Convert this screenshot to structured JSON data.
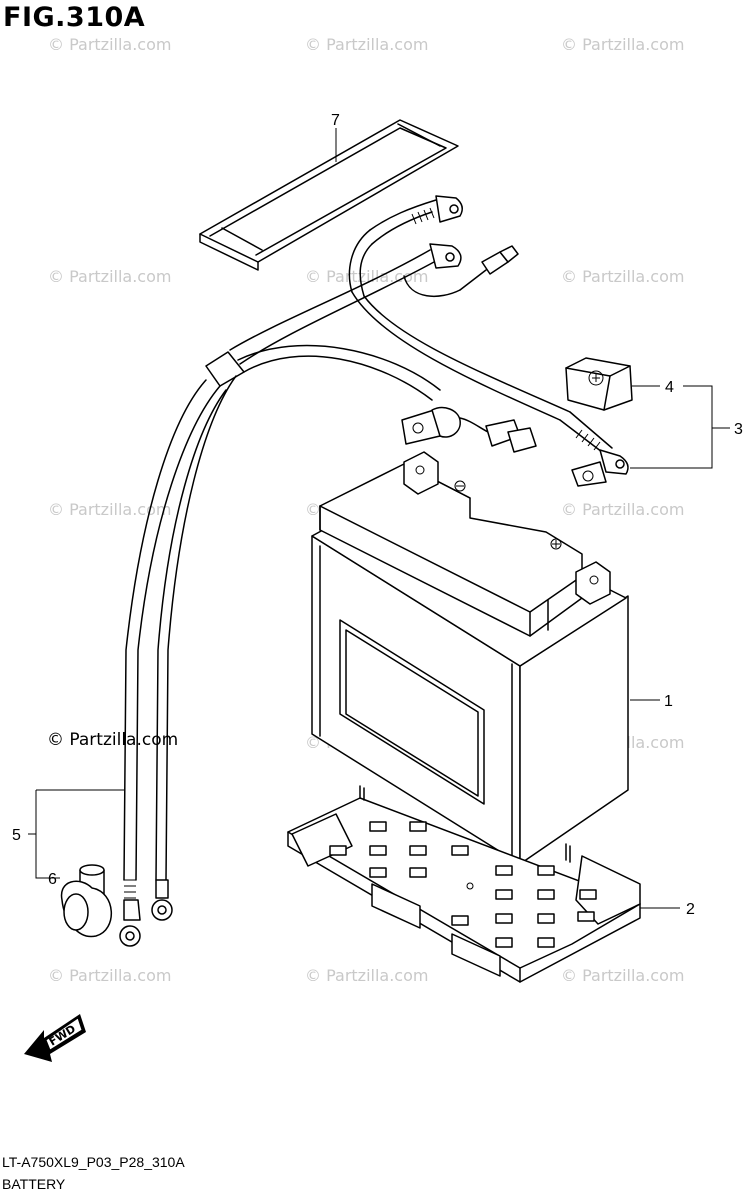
{
  "figure": {
    "title": "FIG.310A",
    "model_code": "LT-A750XL9_P03_P28_310A",
    "section_name": "BATTERY",
    "copyright": "© Partzilla.com",
    "watermark": "© Partzilla.com",
    "fwd_label": "FWD"
  },
  "callouts": [
    {
      "number": "1",
      "part": "battery"
    },
    {
      "number": "2",
      "part": "battery-tray"
    },
    {
      "number": "3",
      "part": "battery-lead-set"
    },
    {
      "number": "4",
      "part": "terminal-cover"
    },
    {
      "number": "5",
      "part": "battery-cable"
    },
    {
      "number": "6",
      "part": "cable-boot"
    },
    {
      "number": "7",
      "part": "battery-band"
    }
  ]
}
